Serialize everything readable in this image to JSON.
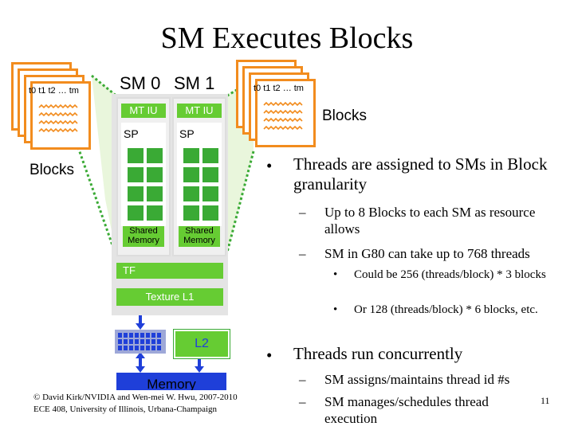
{
  "title": "SM Executes Blocks",
  "sm_labels": {
    "sm0": "SM 0",
    "sm1": "SM 1"
  },
  "threads_label": "t0 t1 t2 … tm",
  "blocks_label": "Blocks",
  "unit_labels": {
    "mtiu": "MT IU",
    "sp": "SP",
    "shared_memory": "Shared Memory",
    "tf": "TF",
    "texture_l1": "Texture L1",
    "l2": "L2",
    "memory": "Memory"
  },
  "bullets": [
    {
      "text": "Threads are assigned to SMs in Block granularity",
      "sub": [
        {
          "text": "Up to 8 Blocks to each SM as resource allows"
        },
        {
          "text": "SM in G80 can take up to 768 threads",
          "sub": [
            "Could be 256 (threads/block) * 3 blocks",
            "Or 128 (threads/block) * 6 blocks, etc."
          ]
        }
      ]
    },
    {
      "text": "Threads run concurrently",
      "sub": [
        {
          "text": "SM assigns/maintains thread id #s"
        },
        {
          "text": "SM manages/schedules thread execution"
        }
      ]
    }
  ],
  "footer": {
    "line1": "© David Kirk/NVIDIA and Wen-mei W. Hwu, 2007-2010",
    "line2": "ECE 408, University of Illinois, Urbana-Champaign"
  },
  "page_number": "11",
  "colors": {
    "orange": "#f28c1e",
    "green": "#66cc33",
    "dark_green": "#3aaa35",
    "blue": "#1f3fd9",
    "panel": "#f0f0f0"
  }
}
